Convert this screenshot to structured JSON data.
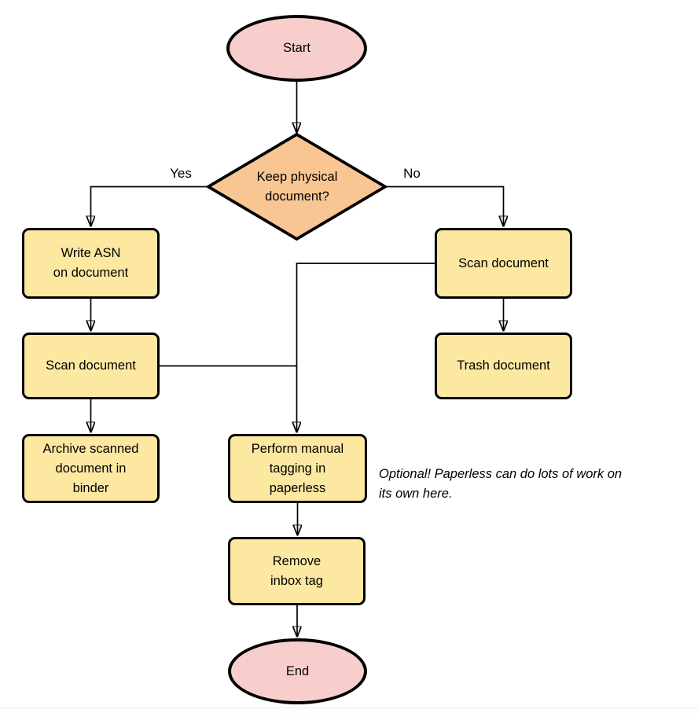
{
  "colors": {
    "terminator_fill": "#f8cecc",
    "decision_fill": "#f8c693",
    "process_fill": "#fde8a2",
    "stroke_color": "#000000"
  },
  "nodes": {
    "start": {
      "type": "terminator",
      "label": "Start"
    },
    "decision": {
      "type": "decision",
      "label": "Keep physical\ndocument?"
    },
    "write_asn": {
      "type": "process",
      "label": "Write ASN\non document"
    },
    "scan_left": {
      "type": "process",
      "label": "Scan document"
    },
    "archive": {
      "type": "process",
      "label": "Archive scanned\ndocument in\nbinder"
    },
    "scan_right": {
      "type": "process",
      "label": "Scan document"
    },
    "trash": {
      "type": "process",
      "label": "Trash document"
    },
    "tagging": {
      "type": "process",
      "label": "Perform manual\ntagging in\npaperless"
    },
    "remove_inbox": {
      "type": "process",
      "label": "Remove\ninbox tag"
    },
    "end": {
      "type": "terminator",
      "label": "End"
    }
  },
  "edge_labels": {
    "yes": "Yes",
    "no": "No"
  },
  "annotation": {
    "text": "Optional! Paperless can do lots of work on\nits own here."
  }
}
